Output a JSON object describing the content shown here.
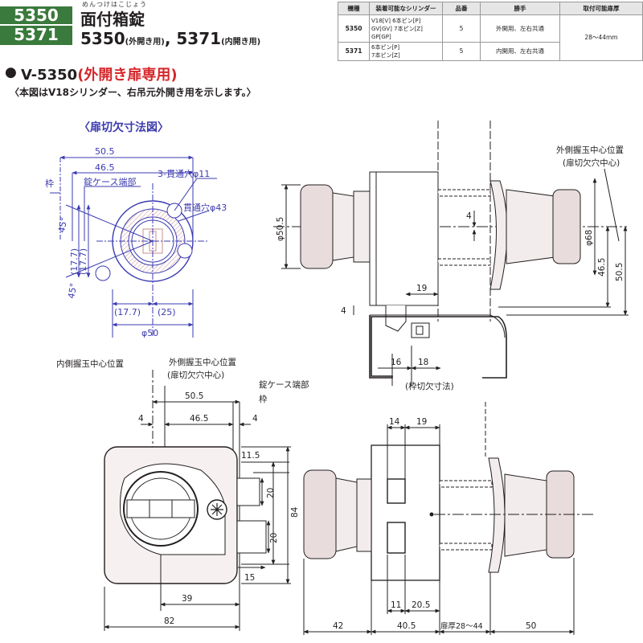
{
  "header": {
    "codes": [
      "5350",
      "5371"
    ],
    "ruby": "めんつけはこじょう",
    "product_name": "面付箱錠",
    "model_a": "5350",
    "model_a_note": "(外開き用)",
    "separator": ",",
    "model_b": "5371",
    "model_b_note": "(内開き用)"
  },
  "spec_table": {
    "headers": [
      "機種",
      "装着可能なシリンダー",
      "品番",
      "勝手",
      "取付可能扉厚"
    ],
    "rows": [
      {
        "model": "5350",
        "cylinders": "V18[V]  6本ピン[P]\nGV[GV]  7本ピン[Z]\nGP[GP]",
        "hinban": "5",
        "hand": "外開用、左右共通",
        "thickness": "28～44mm"
      },
      {
        "model": "5371",
        "cylinders": "6本ピン[P]\n7本ピン[Z]",
        "hinban": "5",
        "hand": "内開用、左右共通",
        "thickness": ""
      }
    ]
  },
  "section": {
    "bullet": "●",
    "title_model": "V-5350",
    "title_usage": "(外開き扉専用)",
    "note": "〈本図はV18シリンダー、右吊元外開き用を示します。〉",
    "cutout_title": "〈扉切欠寸法図〉"
  },
  "cutout_diagram": {
    "dim_50_5": "50.5",
    "dim_46_5": "46.5",
    "waku": "枠",
    "case_end": "錠ケース端部",
    "through_hole_11": "3-貫通穴φ11",
    "through_hole_43": "貫通穴φ43",
    "angle_45": "45°",
    "dim_17_7": "(17.7)",
    "dim_25": "(25)",
    "dim_phi50": "φ50"
  },
  "side_diagram": {
    "outer_knob_center": "外側握玉中心位置",
    "cutout_hole_center": "(扉切欠穴中心)",
    "dim_phi50_5": "φ50.5",
    "dim_phi68": "φ68",
    "dim_4": "4",
    "dim_19": "19",
    "dim_46_5": "46.5",
    "dim_50_5": "50.5",
    "dim_16": "16",
    "dim_18": "18",
    "frame_cutout": "(枠切欠寸法)"
  },
  "front_diagram": {
    "inner_knob_center": "内側握玉中心位置",
    "outer_knob_center": "外側握玉中心位置",
    "cutout_hole_center": "(扉切欠穴中心)",
    "case_end": "錠ケース端部",
    "waku": "枠",
    "dim_50_5": "50.5",
    "dim_4": "4",
    "dim_46_5": "46.5",
    "dim_11_5": "11.5",
    "dim_20": "20",
    "dim_84": "84",
    "dim_15": "15",
    "dim_39": "39",
    "dim_82": "82"
  },
  "profile_diagram": {
    "dim_14": "14",
    "dim_19": "19",
    "dim_11": "11",
    "dim_20_5": "20.5",
    "dim_42": "42",
    "dim_40_5": "40.5",
    "door_thickness": "扉厚28～44",
    "dim_50": "50"
  }
}
